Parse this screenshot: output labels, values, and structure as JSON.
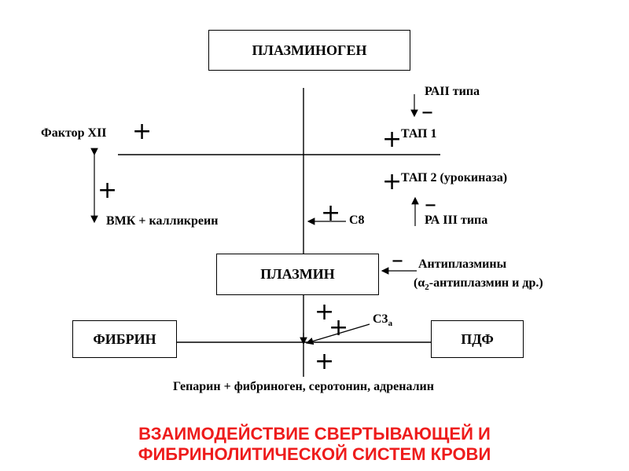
{
  "boxes": {
    "plasminogen": "ПЛАЗМИНОГЕН",
    "plasmin": "ПЛАЗМИН",
    "fibrin": "ФИБРИН",
    "pdf": "ПДФ"
  },
  "labels": {
    "pai2": "РАII типа",
    "factor12": "Фактор XII",
    "tap1": "ТАП 1",
    "tap2": "ТАП 2 (урокиназа)",
    "pa3": "РА III типа",
    "vmk": "ВМК + калликреин",
    "c8": "С8",
    "antiplasmins": "Антиплазмины",
    "alpha2_open": "(α",
    "alpha2_sub": "2",
    "alpha2_rest": "-антиплазмин и др.)",
    "c3a_main": "С3",
    "c3a_sub": "a",
    "heparin": "Гепарин + фибриноген, серотонин, адреналин"
  },
  "signs": {
    "plus": "+",
    "minus": "–"
  },
  "title": {
    "line1": "ВЗАИМОДЕЙСТВИЕ СВЕРТЫВАЮЩЕЙ И",
    "line2": "ФИБРИНОЛИТИЧЕСКОЙ СИСТЕМ КРОВИ"
  }
}
